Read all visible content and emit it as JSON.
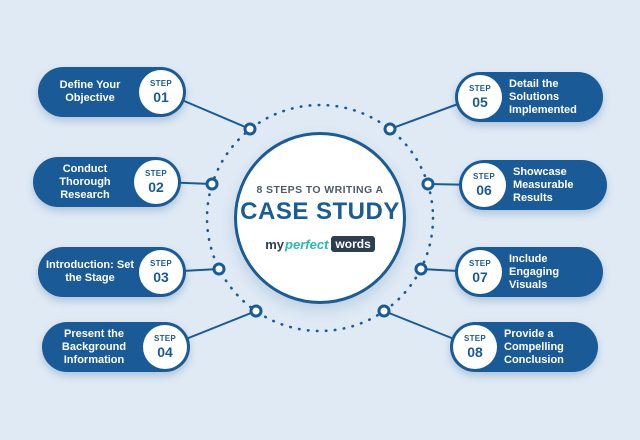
{
  "center": {
    "subtitle": "8 STEPS TO WRITING A",
    "title": "CASE STUDY",
    "logo": {
      "part1": "my",
      "part2": "perfect",
      "part3": "words"
    }
  },
  "steps": [
    {
      "step_word": "STEP",
      "number": "01",
      "label": "Define Your Objective"
    },
    {
      "step_word": "STEP",
      "number": "02",
      "label": "Conduct Thorough Research"
    },
    {
      "step_word": "STEP",
      "number": "03",
      "label": "Introduction: Set the Stage"
    },
    {
      "step_word": "STEP",
      "number": "04",
      "label": "Present the Background Information"
    },
    {
      "step_word": "STEP",
      "number": "05",
      "label": "Detail the Solutions Implemented"
    },
    {
      "step_word": "STEP",
      "number": "06",
      "label": "Showcase Measurable Results"
    },
    {
      "step_word": "STEP",
      "number": "07",
      "label": "Include Engaging Visuals"
    },
    {
      "step_word": "STEP",
      "number": "08",
      "label": "Provide a Compelling Conclusion"
    }
  ],
  "colors": {
    "primary": "#1a5a96",
    "teal": "#2ab7b0",
    "navy": "#2d3e50",
    "background": "#e0eaf5"
  }
}
